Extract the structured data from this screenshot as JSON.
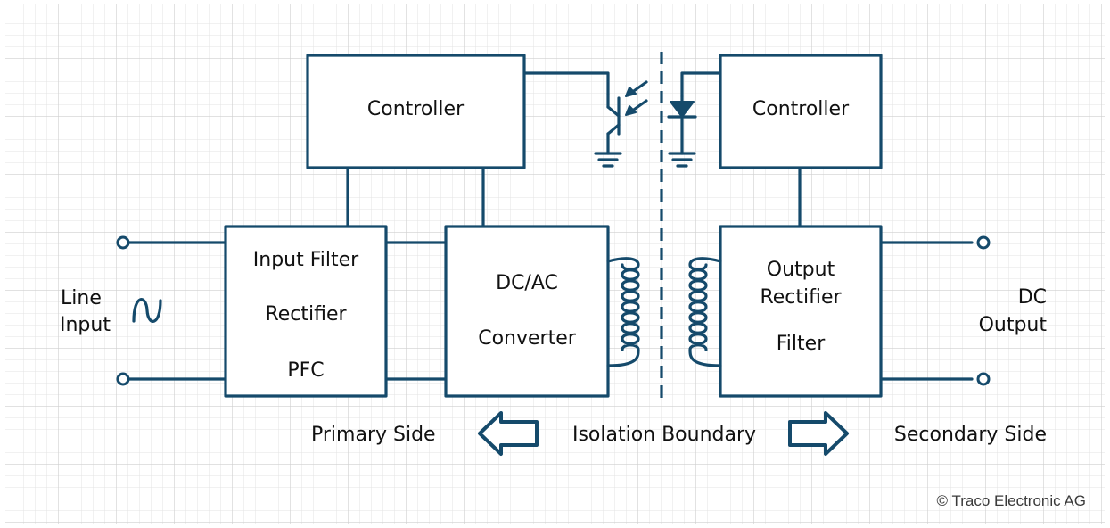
{
  "primary": {
    "controller": "Controller",
    "input_block": [
      "Input Filter",
      "Rectifier",
      "PFC"
    ],
    "converter_block": [
      "DC/AC",
      "Converter"
    ]
  },
  "secondary": {
    "controller": "Controller",
    "output_block": [
      "Output",
      "Rectifier",
      "Filter"
    ]
  },
  "line_input": [
    "Line",
    "Input"
  ],
  "dc_output": [
    "DC",
    "Output"
  ],
  "primary_side": "Primary Side",
  "isolation_boundary": "Isolation Boundary",
  "secondary_side": "Secondary Side",
  "copyright": "© Traco Electronic AG",
  "colors": {
    "line": "#154a6b",
    "grid_minor": "#e3e3e3",
    "grid_major": "#cfcfcf"
  },
  "icons": [
    "ac-sine-icon",
    "optocoupler-icon",
    "ground-icon",
    "transformer-icon",
    "arrow-left-icon",
    "arrow-right-icon"
  ]
}
